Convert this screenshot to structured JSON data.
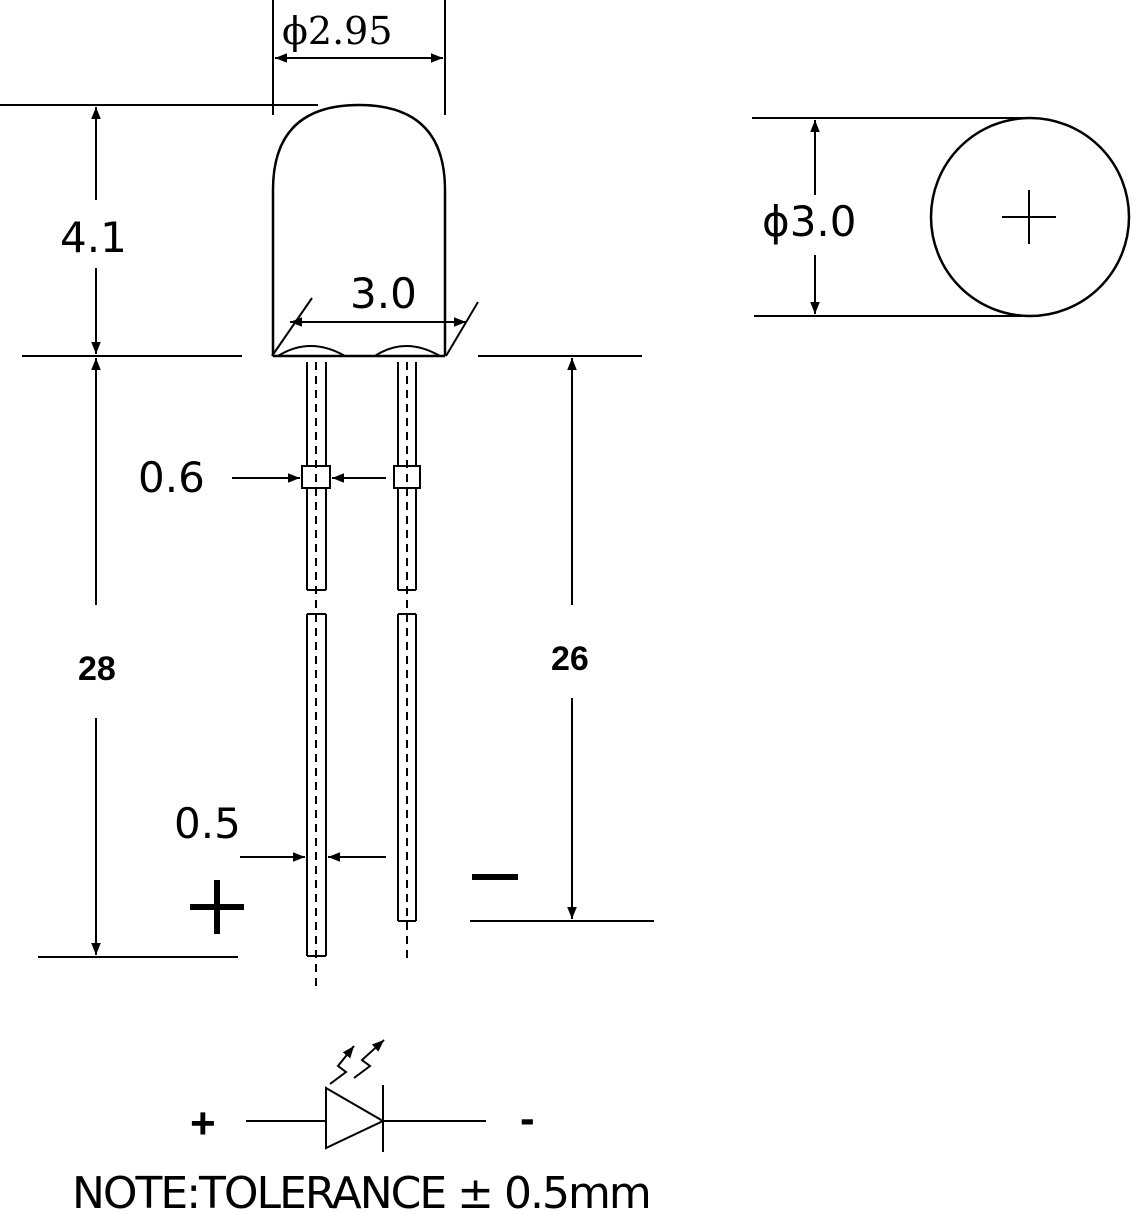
{
  "dimensions": {
    "lens_diameter": "ϕ2.95",
    "dome_height": "4.1",
    "flange_width": "3.0",
    "top_view_diameter": "ϕ3.0",
    "lead_width": "0.6",
    "lead_thickness": "0.5",
    "long_lead_length": "28",
    "short_lead_length": "26"
  },
  "polarity": {
    "anode": "+",
    "cathode": "−"
  },
  "symbol": {
    "anode": "+",
    "cathode": "-"
  },
  "note": "NOTE:TOLERANCE ± 0.5mm",
  "colors": {
    "line": "#000000",
    "background": "#ffffff"
  }
}
